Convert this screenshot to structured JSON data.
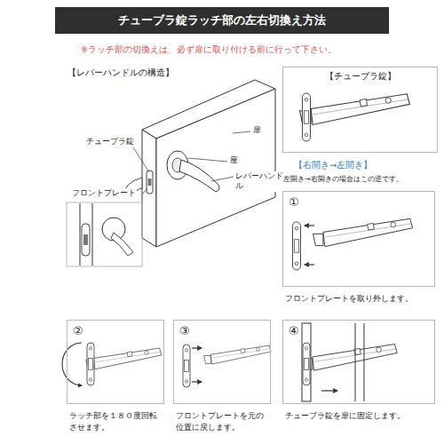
{
  "diagram": {
    "title": "チューブラ錠ラッチ部の左右切換え方法",
    "nodes": [
      {
        "text": [
          "【チューブラ錠】"
        ]
      },
      {
        "text": [
          "①",
          "フロントプレートを取り外します。"
        ]
      },
      {
        "text": [
          "②",
          "ラッチ部を１８０度回転させます。"
        ]
      },
      {
        "text": [
          "③",
          "フロントプレートを元の位置に戻します。"
        ]
      },
      {
        "text": [
          "④",
          "チューブラ錠を扉に固定します。"
        ]
      }
    ],
    "labels": [
      "※ラッチ部の切換えは、必ず扉に取り付ける前に行って下さい。",
      "【レバーハンドルの構造】",
      "扉",
      "座",
      "レバーハンドル",
      "チューブラ錠",
      "フロントプレート",
      "【右開き→左開き】",
      "左開き→右開きの場合はこの逆です。"
    ]
  }
}
